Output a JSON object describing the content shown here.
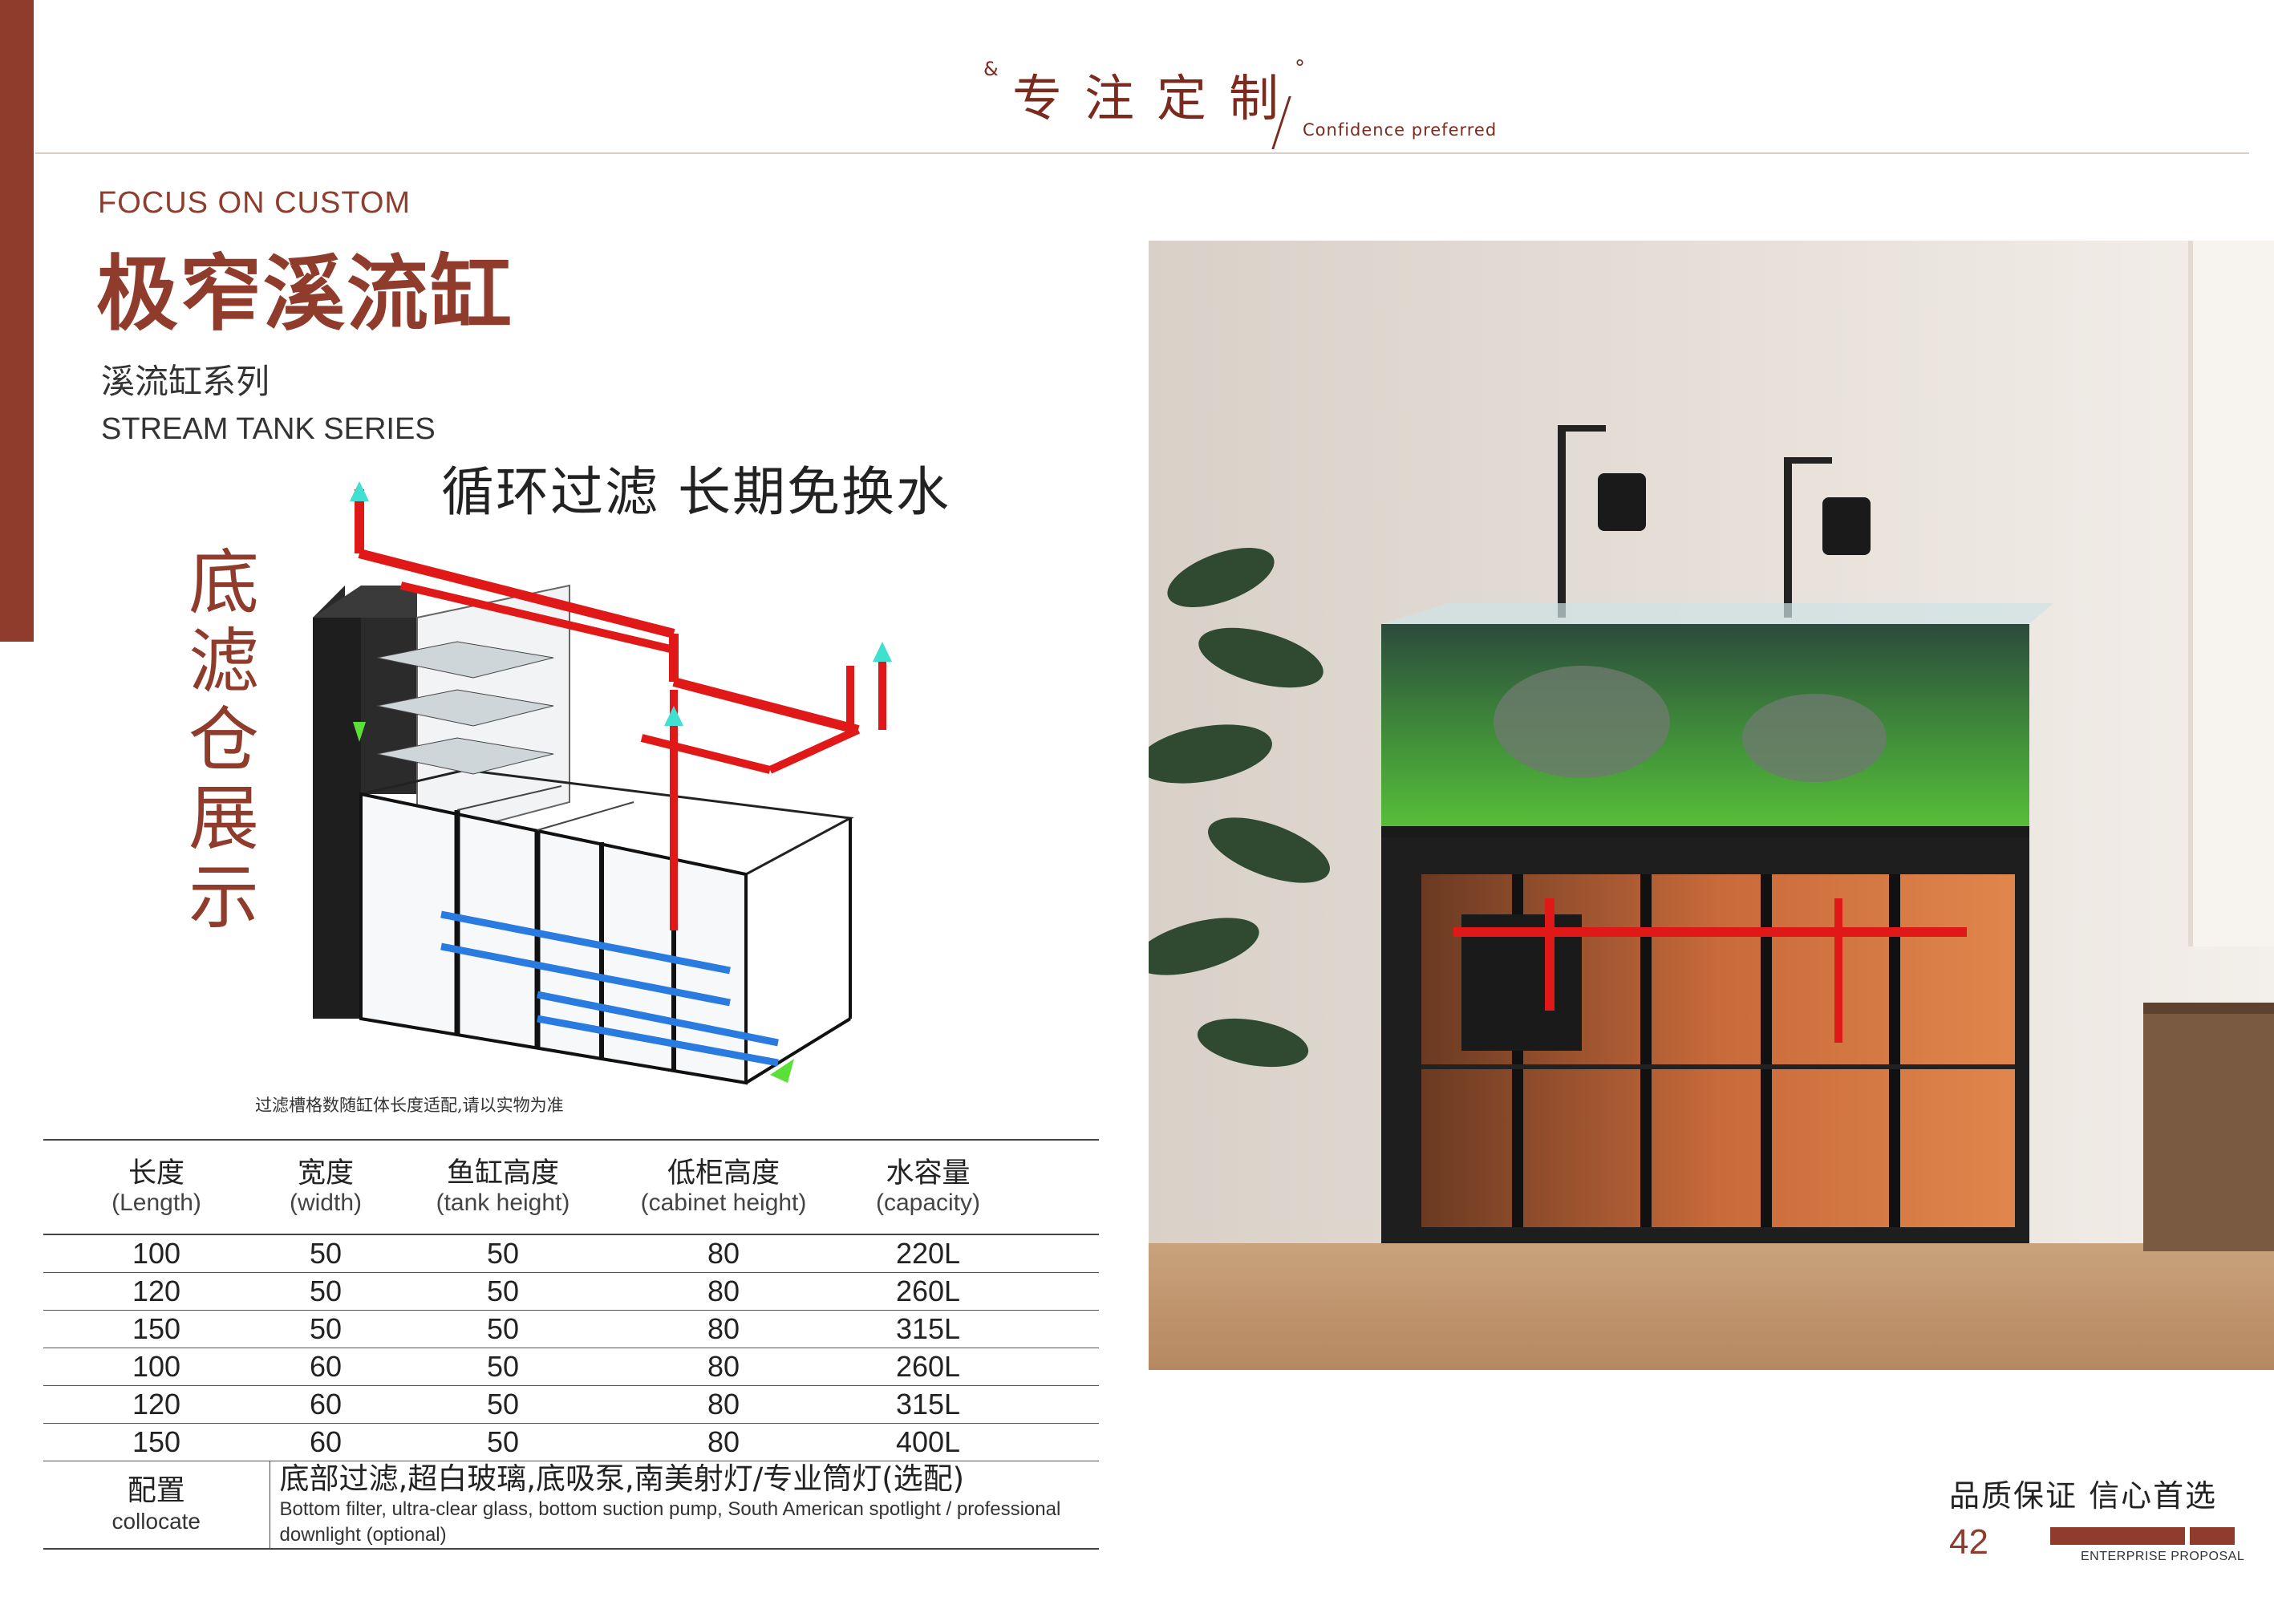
{
  "header": {
    "amp": "&",
    "title": "专注定制",
    "degree": "°",
    "subtitle": "Confidence preferred"
  },
  "heading": {
    "focus_label": "FOCUS ON CUSTOM",
    "main_title": "极窄溪流缸",
    "series_cn": "溪流缸系列",
    "series_en": "STREAM TANK SERIES"
  },
  "slogan": "循环过滤 长期免换水",
  "vertical_label": "底滤仓展示",
  "diagram_note": "过滤槽格数随缸体长度适配,请以实物为准",
  "table": {
    "headers": [
      {
        "cn": "长度",
        "en": "(Length)"
      },
      {
        "cn": "宽度",
        "en": "(width)"
      },
      {
        "cn": "鱼缸高度",
        "en": "(tank height)"
      },
      {
        "cn": "低柜高度",
        "en": "(cabinet height)"
      },
      {
        "cn": "水容量",
        "en": "(capacity)"
      }
    ],
    "rows": [
      [
        "100",
        "50",
        "50",
        "80",
        "220L"
      ],
      [
        "120",
        "50",
        "50",
        "80",
        "260L"
      ],
      [
        "150",
        "50",
        "50",
        "80",
        "315L"
      ],
      [
        "100",
        "60",
        "50",
        "80",
        "260L"
      ],
      [
        "120",
        "60",
        "50",
        "80",
        "315L"
      ],
      [
        "150",
        "60",
        "50",
        "80",
        "400L"
      ]
    ],
    "config": {
      "label_cn": "配置",
      "label_en": "collocate",
      "body_cn": "底部过滤,超白玻璃,底吸泵,南美射灯/专业筒灯(选配)",
      "body_en": "Bottom filter, ultra-clear glass, bottom suction pump, South American spotlight / professional downlight (optional)"
    }
  },
  "footer": {
    "quality": "品质保证 信心首选",
    "page_number": "42",
    "proposal": "ENTERPRISE PROPOSAL"
  },
  "colors": {
    "brand": "#8f3c2c",
    "pipe_red": "#e01818",
    "pipe_blue": "#2a7be0",
    "arrow_cyan": "#3fe0d0"
  }
}
